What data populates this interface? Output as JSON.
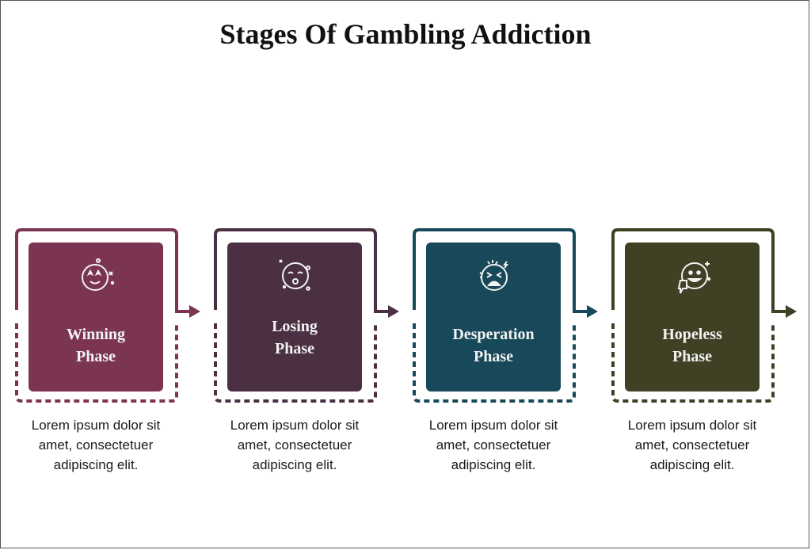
{
  "title": "Stages Of Gambling Addiction",
  "stages": [
    {
      "label_line1": "Winning",
      "label_line2": "Phase",
      "icon": "star-eyes-emoji-icon",
      "color": "#7b3552",
      "description": [
        "Lorem ipsum dolor sit",
        "amet, consectetuer",
        "adipiscing elit."
      ]
    },
    {
      "label_line1": "Losing",
      "label_line2": "Phase",
      "icon": "sad-emoji-icon",
      "color": "#4a3042",
      "description": [
        "Lorem ipsum dolor sit",
        "amet, consectetuer",
        "adipiscing elit."
      ]
    },
    {
      "label_line1": "Desperation",
      "label_line2": "Phase",
      "icon": "crying-emoji-icon",
      "color": "#17495a",
      "description": [
        "Lorem ipsum dolor sit",
        "amet, consectetuer",
        "adipiscing elit."
      ]
    },
    {
      "label_line1": "Hopeless",
      "label_line2": "Phase",
      "icon": "thumbs-down-emoji-icon",
      "color": "#3f4024",
      "description": [
        "Lorem ipsum dolor sit",
        "amet, consectetuer",
        "adipiscing elit."
      ]
    }
  ]
}
